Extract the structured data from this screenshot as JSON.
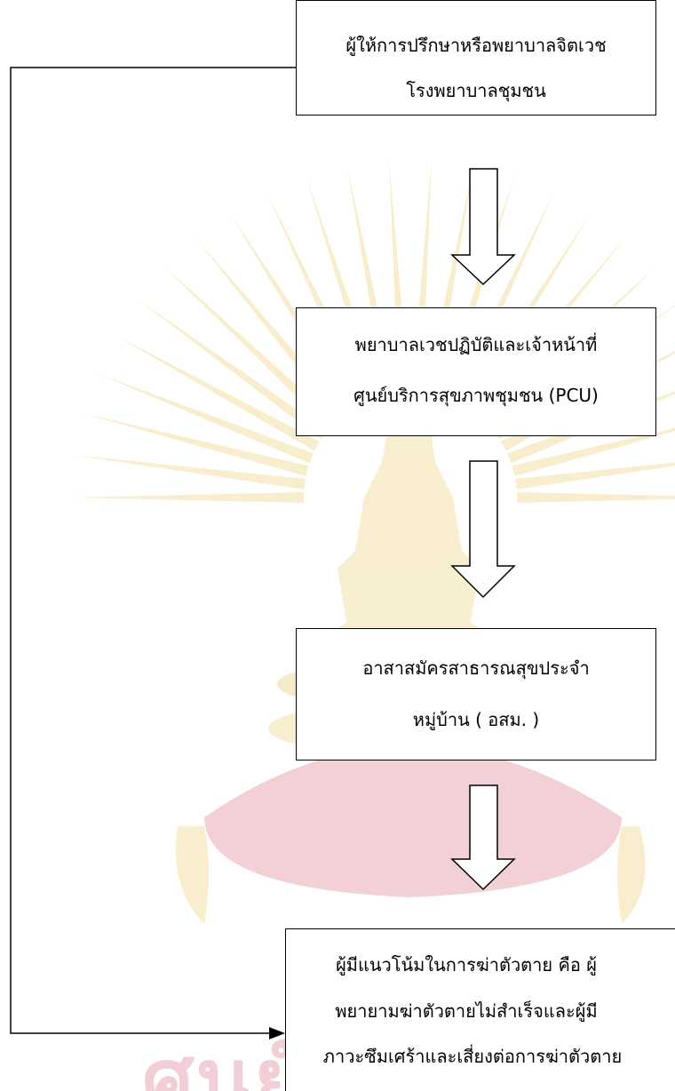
{
  "colors": {
    "line": "#000000",
    "box_fill": "#ffffff",
    "watermark_gold": "#f2dd9a",
    "watermark_red": "#e7a2ae"
  },
  "boxes": [
    {
      "id": "box1",
      "lines": [
        "ผู้ให้การปรึกษาหรือพยาบาลจิตเวช",
        "โรงพยาบาลชุมชน"
      ]
    },
    {
      "id": "box2",
      "lines": [
        "พยาบาลเวชปฏิบัติและเจ้าหน้าที่",
        "ศูนย์บริการสุขภาพชุมชน (PCU)"
      ]
    },
    {
      "id": "box3",
      "lines": [
        "อาสาสมัครสาธารณสุขประจำ",
        "หมู่บ้าน ( อสม. )"
      ]
    },
    {
      "id": "box4",
      "lines": [
        "ผู้มีแนวโน้มในการฆ่าตัวตาย คือ ผู้",
        "พยายามฆ่าตัวตายไม่สำเร็จและผู้มี",
        "ภาวะซึมเศร้าและเสี่ยงต่อการฆ่าตัวตาย"
      ]
    }
  ],
  "watermark": {
    "text": "ศูนย์วิทยทรัพยากร",
    "icon": "university-emblem-icon"
  }
}
